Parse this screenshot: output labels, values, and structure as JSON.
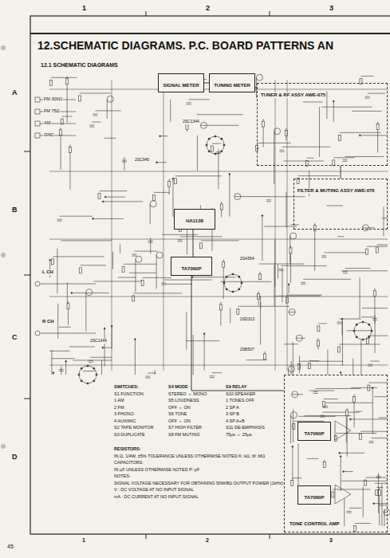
{
  "diagram": {
    "title": "12.SCHEMATIC DIAGRAMS. P.C. BOARD PATTERNS AN",
    "nodes": [
      {
        "text": [
          "SIGNAL METER"
        ]
      },
      {
        "text": [
          "TUNING METER"
        ]
      },
      {
        "text": [
          "TUNER & RF ASSY AWE-075"
        ]
      },
      {
        "text": [
          "FILTER & MUTING ASSY AWE-076"
        ]
      },
      {
        "text": [
          "HA1138"
        ]
      },
      {
        "text": [
          "TA7060P"
        ]
      },
      {
        "text": [
          "TONE CONTROL AMP"
        ]
      },
      {
        "text": [
          "TA7060P"
        ],
        "in": 6
      },
      {
        "text": [
          "TA7060P"
        ],
        "in": 6
      }
    ],
    "edges": [
      {
        "from": 0,
        "to": 1,
        "arrow": "none"
      },
      {
        "from": 1,
        "to": 2,
        "arrow": "none"
      },
      {
        "from": 2,
        "to": 3,
        "arrow": "none"
      },
      {
        "from": 4,
        "to": 5,
        "arrow": "none"
      },
      {
        "from": 5,
        "to": 6,
        "arrow": "none"
      }
    ],
    "labels": [
      "1",
      "2",
      "3",
      "A",
      "B",
      "C",
      "D",
      "12.1 SCHEMATIC DIAGRAMS",
      "FM 300Ω",
      "FM 75Ω",
      "AM",
      "GND",
      "L CH",
      "R CH",
      "2SC1344",
      "2SC945",
      "2SA564",
      "2SC1344",
      "2SD313",
      "2SB507",
      "SWITCHES:",
      "S1 FUNCTION",
      "1 AM",
      "2 FM",
      "3 PHONO",
      "4 AUX/MIC",
      "S2 TAPE MONITOR",
      "S3 DUPLICATE",
      "S4 MODE",
      "STEREO ⇔ MONO",
      "S5 LOUDNESS",
      "OFF ⇔ ON",
      "S6 TONE",
      "OFF ⇔ ON",
      "S7 HIGH FILTER",
      "S8 FM MUTING",
      "S9 RELAY",
      "S10 SPEAKER",
      "1 TONES OFF",
      "2 SP A",
      "3 SP B",
      "4 SP A+B",
      "S11 DE-EMPHASIS",
      "75μs ⇔ 25μs",
      "RESISTORS:",
      "IN Ω, 1/4W, ±5% TOLERANCE UNLESS OTHERWISE NOTED K: kΩ, M: MΩ",
      "CAPACITORS:",
      "IN μF UNLESS OTHERWISE NOTED P: pF",
      "NOTES:",
      "SIGNAL VOLTAGE NECESSARY FOR OBTAINING 50W/8Ω OUTPUT POWER (1kHz)",
      "V : DC VOLTAGE AT NO INPUT SIGNAL",
      "mA : DC CURRENT AT NO INPUT SIGNAL",
      "45",
      "1",
      "2",
      "3"
    ]
  }
}
